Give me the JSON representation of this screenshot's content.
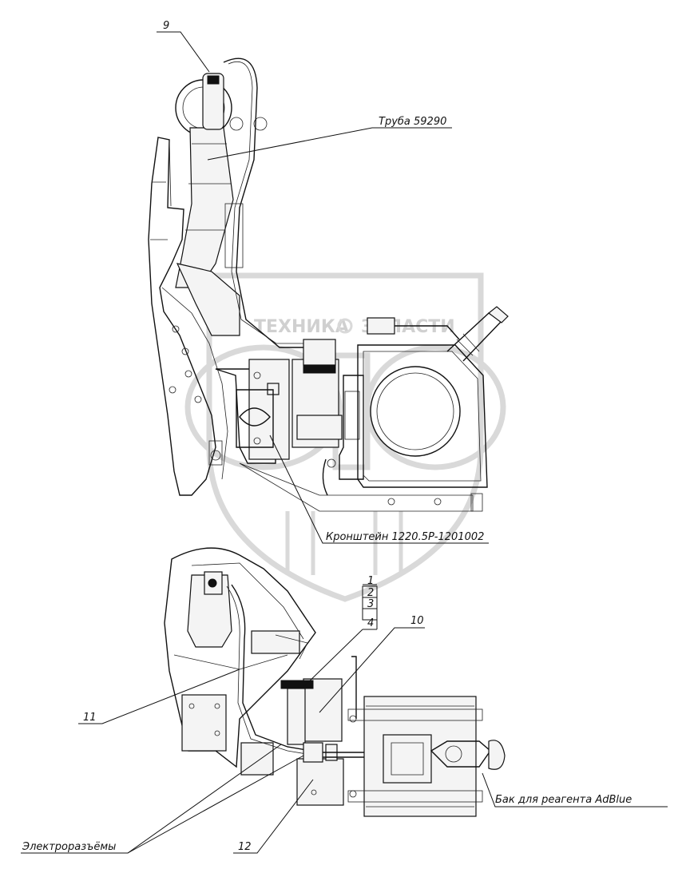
{
  "watermark": {
    "line1": "ТЕХНИКА",
    "line2": "ЗАПАСТИ",
    "logo": "ЭДФ"
  },
  "callouts": {
    "c9": "9",
    "pipe": "Труба 59290",
    "bracket": "Кронштейн 1220.5Р-1201002",
    "c1": "1",
    "c2": "2",
    "c3": "3",
    "c4": "4",
    "c10": "10",
    "c11": "11",
    "tank": "Бак для реагента AdBlue",
    "connectors": "Электроразъёмы",
    "c12": "12"
  }
}
